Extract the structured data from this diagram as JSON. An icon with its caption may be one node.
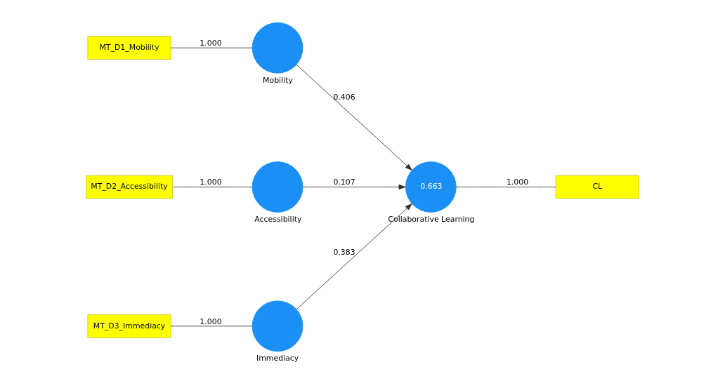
{
  "diagram": {
    "nodes": [
      {
        "text": [
          "MT_D1_Mobility"
        ]
      },
      {
        "text": [],
        "shape": "circle",
        "beside": [
          "Mobility"
        ]
      },
      {
        "text": [
          "MT_D2_Accessibility"
        ]
      },
      {
        "text": [],
        "shape": "circle",
        "beside": [
          "Accessibility"
        ]
      },
      {
        "text": [
          "MT_D3_Immediacy"
        ]
      },
      {
        "text": [],
        "shape": "circle",
        "beside": [
          "Immediacy"
        ]
      },
      {
        "text": [
          "0.663"
        ],
        "beside": [
          "Collaborative Learning"
        ]
      },
      {
        "text": [
          "CL"
        ]
      }
    ],
    "edges": [
      {
        "from": 0,
        "to": 1,
        "arrow": "none",
        "label": "1.000"
      },
      {
        "from": 2,
        "to": 3,
        "arrow": "none",
        "label": "1.000"
      },
      {
        "from": 4,
        "to": 5,
        "arrow": "none",
        "label": "1.000"
      },
      {
        "from": 1,
        "to": 6,
        "arrow": "to",
        "label": "0.406"
      },
      {
        "from": 3,
        "to": 6,
        "arrow": "to",
        "label": "0.107"
      },
      {
        "from": 5,
        "to": 6,
        "arrow": "to",
        "label": "0.383"
      },
      {
        "from": 6,
        "to": 7,
        "arrow": "none",
        "label": "1.000"
      }
    ]
  }
}
